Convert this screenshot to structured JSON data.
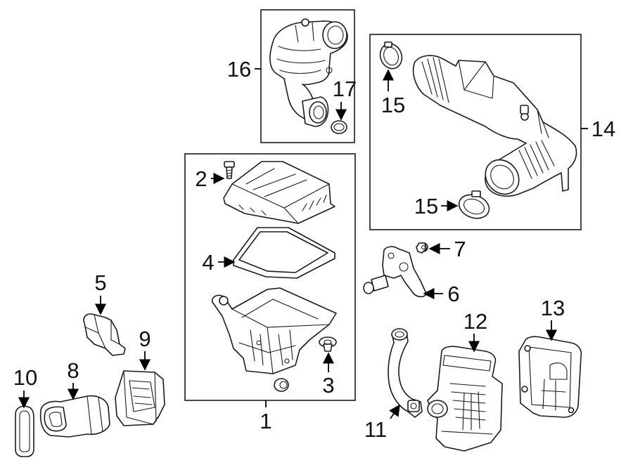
{
  "callouts": {
    "c1": "1",
    "c2": "2",
    "c3": "3",
    "c4": "4",
    "c5": "5",
    "c6": "6",
    "c7": "7",
    "c8": "8",
    "c9": "9",
    "c10": "10",
    "c11": "11",
    "c12": "12",
    "c13": "13",
    "c14": "14",
    "c15a": "15",
    "c15b": "15",
    "c16": "16",
    "c17": "17"
  },
  "colors": {
    "line": "#1a1a1a",
    "background": "#ffffff",
    "shade": "#e6e6e6"
  }
}
